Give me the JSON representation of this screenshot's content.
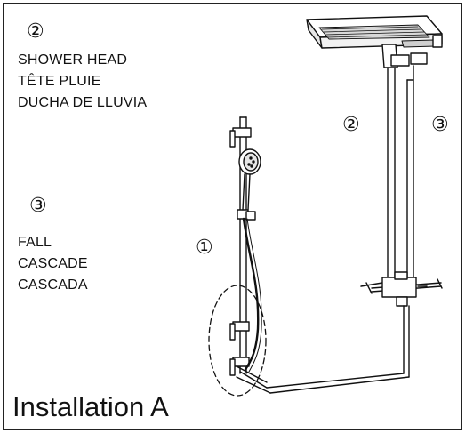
{
  "left_legend": {
    "shower_head": {
      "marker": "②",
      "lines": [
        "SHOWER HEAD",
        "TÊTE PLUIE",
        "DUCHA DE LLUVIA"
      ]
    },
    "fall": {
      "marker": "③",
      "lines": [
        "FALL",
        "CASCADE",
        "CASCADA"
      ]
    }
  },
  "diagram_markers": {
    "hand_shower": "①",
    "riser_left": "②",
    "riser_right": "③"
  },
  "title": "Installation A"
}
